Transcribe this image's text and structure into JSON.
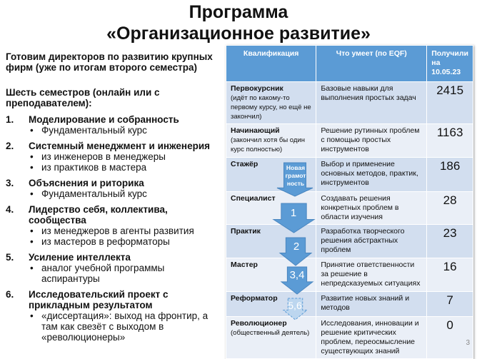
{
  "title": {
    "line1": "Программа",
    "line2": "«Организационное развитие»"
  },
  "intro": "Готовим директоров по развитию крупных фирм (уже по итогам второго семестра)",
  "semesters": "Шесть семестров (онлайн или с преподавателем):",
  "items": [
    {
      "n": "1.",
      "title": "Моделирование и собранность",
      "bullets": [
        "Фундаментальный курс"
      ]
    },
    {
      "n": "2.",
      "title": "Системный менеджмент и инженерия",
      "bullets": [
        "из инженеров в менеджеры",
        "из практиков в мастера"
      ]
    },
    {
      "n": "3.",
      "title": "Объяснения и риторика",
      "bullets": [
        "Фундаментальный курс"
      ]
    },
    {
      "n": "4.",
      "title": "Лидерство себя, коллектива, сообщества",
      "bullets": [
        "из менеджеров в агенты развития",
        "из мастеров в реформаторы"
      ]
    },
    {
      "n": "5.",
      "title": "Усиление интеллекта",
      "bullets": [
        "аналог учебной программы аспирантуры"
      ]
    },
    {
      "n": "6.",
      "title": "Исследовательский проект с прикладным результатом",
      "bullets": [
        "«диссертация»: выход на фронтир, а там как свезёт с выходом в «революционеры»"
      ]
    }
  ],
  "table": {
    "headers": [
      "Квалификация",
      "Что умеет (по EQF)",
      "Получили на 10.05.23"
    ],
    "rows": [
      {
        "q": "Первокурсник",
        "note": "(идёт по какому-то первому курсу, но ещё не закончил)",
        "skill": "Базовые навыки для выполнения простых задач",
        "count": "2415"
      },
      {
        "q": "Начинающий",
        "note": "(закончил хотя бы один курс полностью)",
        "skill": "Решение рутинных проблем с помощью простых инструментов",
        "count": "1163"
      },
      {
        "q": "Стажёр",
        "note": "",
        "skill": "Выбор и применение основных методов, практик, инструментов",
        "count": "186"
      },
      {
        "q": "Специалист",
        "note": "",
        "skill": "Создавать решения конкретных проблем в области изучения",
        "count": "28"
      },
      {
        "q": "Практик",
        "note": "",
        "skill": "Разработка творческого решения абстрактных проблем",
        "count": "23"
      },
      {
        "q": "Мастер",
        "note": "",
        "skill": "Принятие ответственности за решение в непредсказуемых ситуациях",
        "count": "16"
      },
      {
        "q": "Реформатор",
        "note": "",
        "skill": "Развитие новых знаний и методов",
        "count": "7"
      },
      {
        "q": "Революционер",
        "note": "(общественный деятель)",
        "skill": "Исследования, инновации и решение критических проблем, переосмысление существующих знаний",
        "count": "0"
      }
    ]
  },
  "arrows": [
    "Новая грамотность",
    "1",
    "2",
    "3,4",
    "5,6"
  ],
  "page_number": "3",
  "colors": {
    "header": "#5b9bd5",
    "arrow": "#5b9bd5"
  }
}
